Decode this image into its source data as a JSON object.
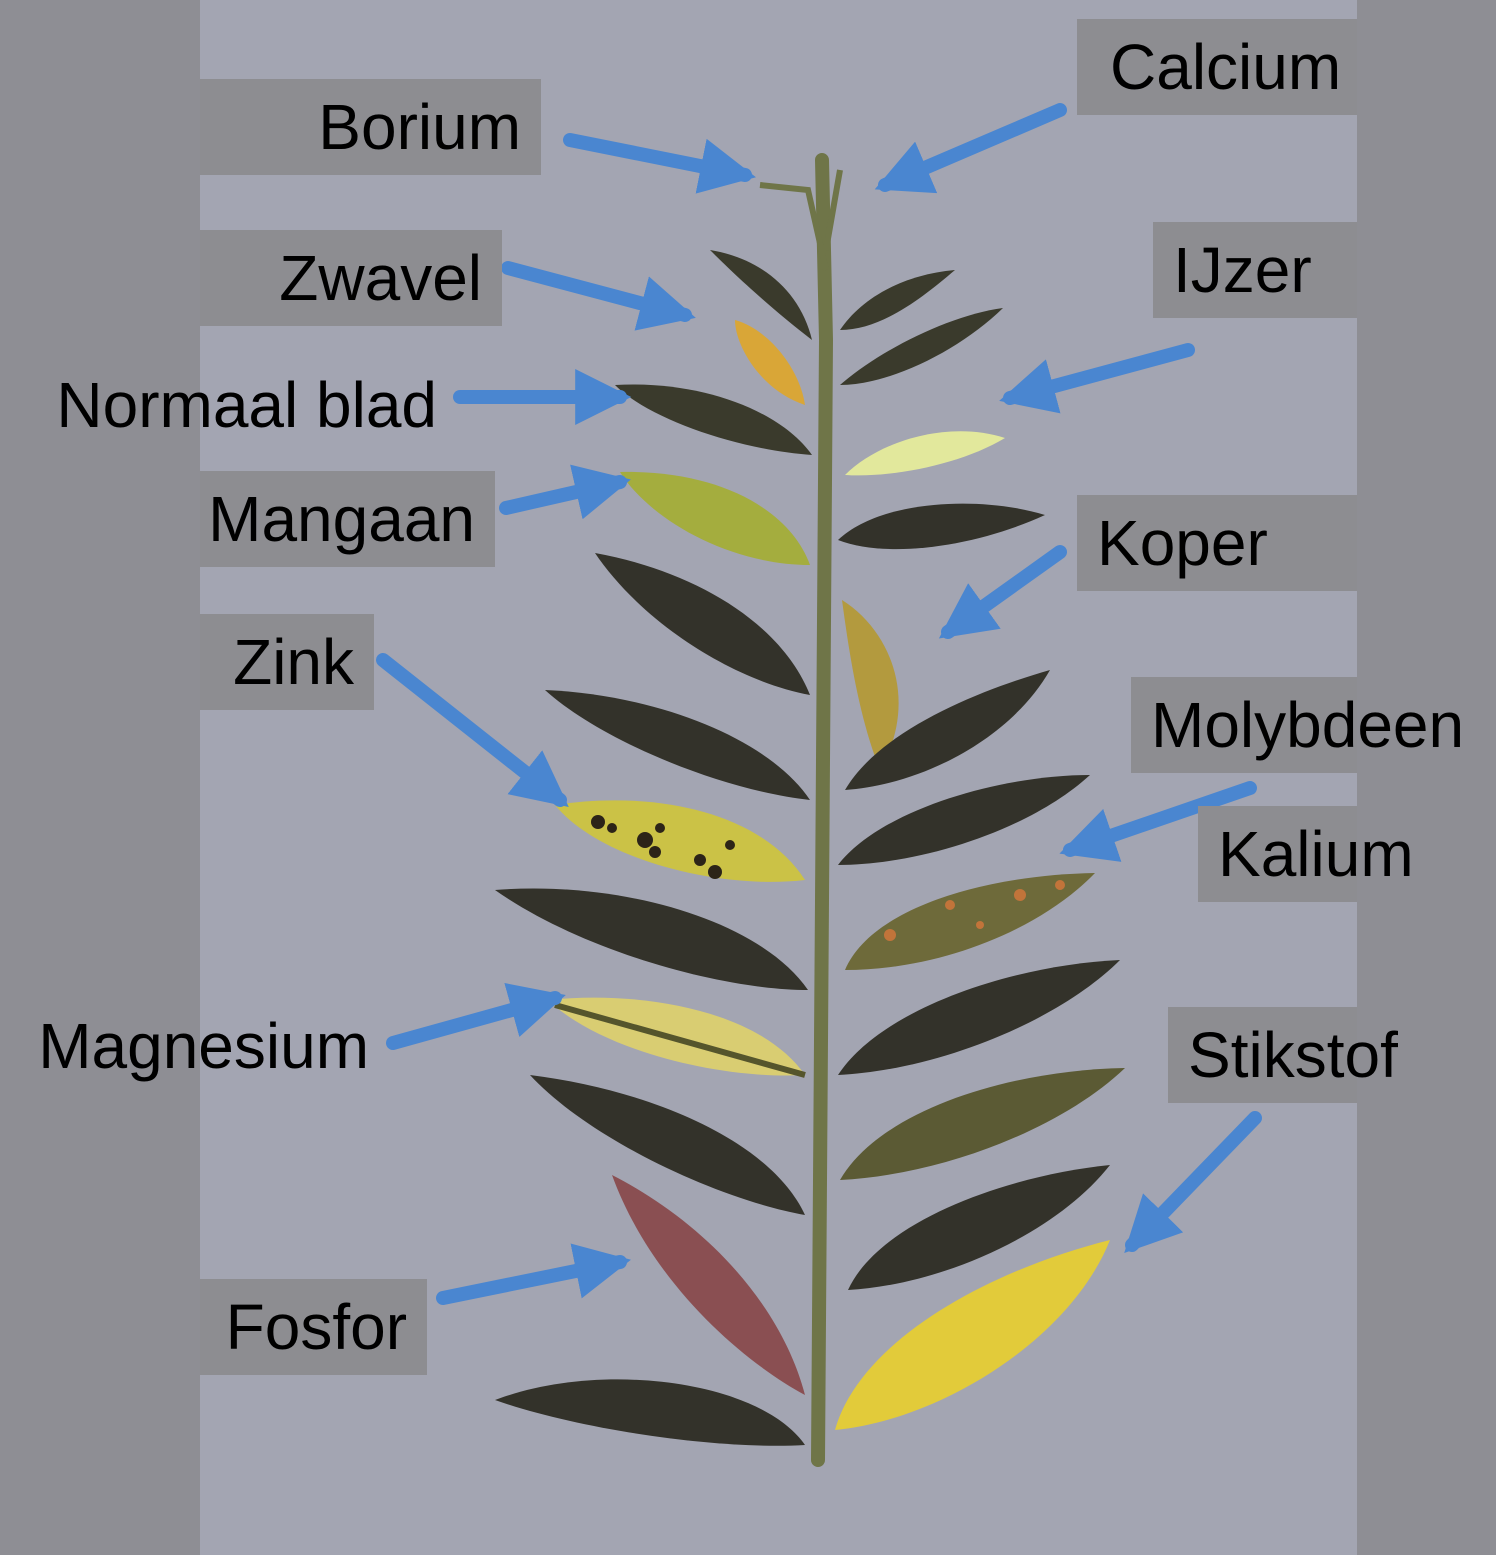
{
  "colors": {
    "background_outer": "#8e8e94",
    "background_panel": "#a3a5b2",
    "label_box": "#8d8d91",
    "arrow": "#4a86d0",
    "stem": "#6f7548",
    "leaf_normal": "#3a3a2c"
  },
  "labels": {
    "borium": "Borium",
    "calcium": "Calcium",
    "zwavel": "Zwavel",
    "ijzer": "IJzer",
    "normaal_blad": "Normaal blad",
    "mangaan": "Mangaan",
    "koper": "Koper",
    "zink": "Zink",
    "molybdeen": "Molybdeen",
    "kalium": "Kalium",
    "magnesium": "Magnesium",
    "stikstof": "Stikstof",
    "fosfor": "Fosfor"
  }
}
